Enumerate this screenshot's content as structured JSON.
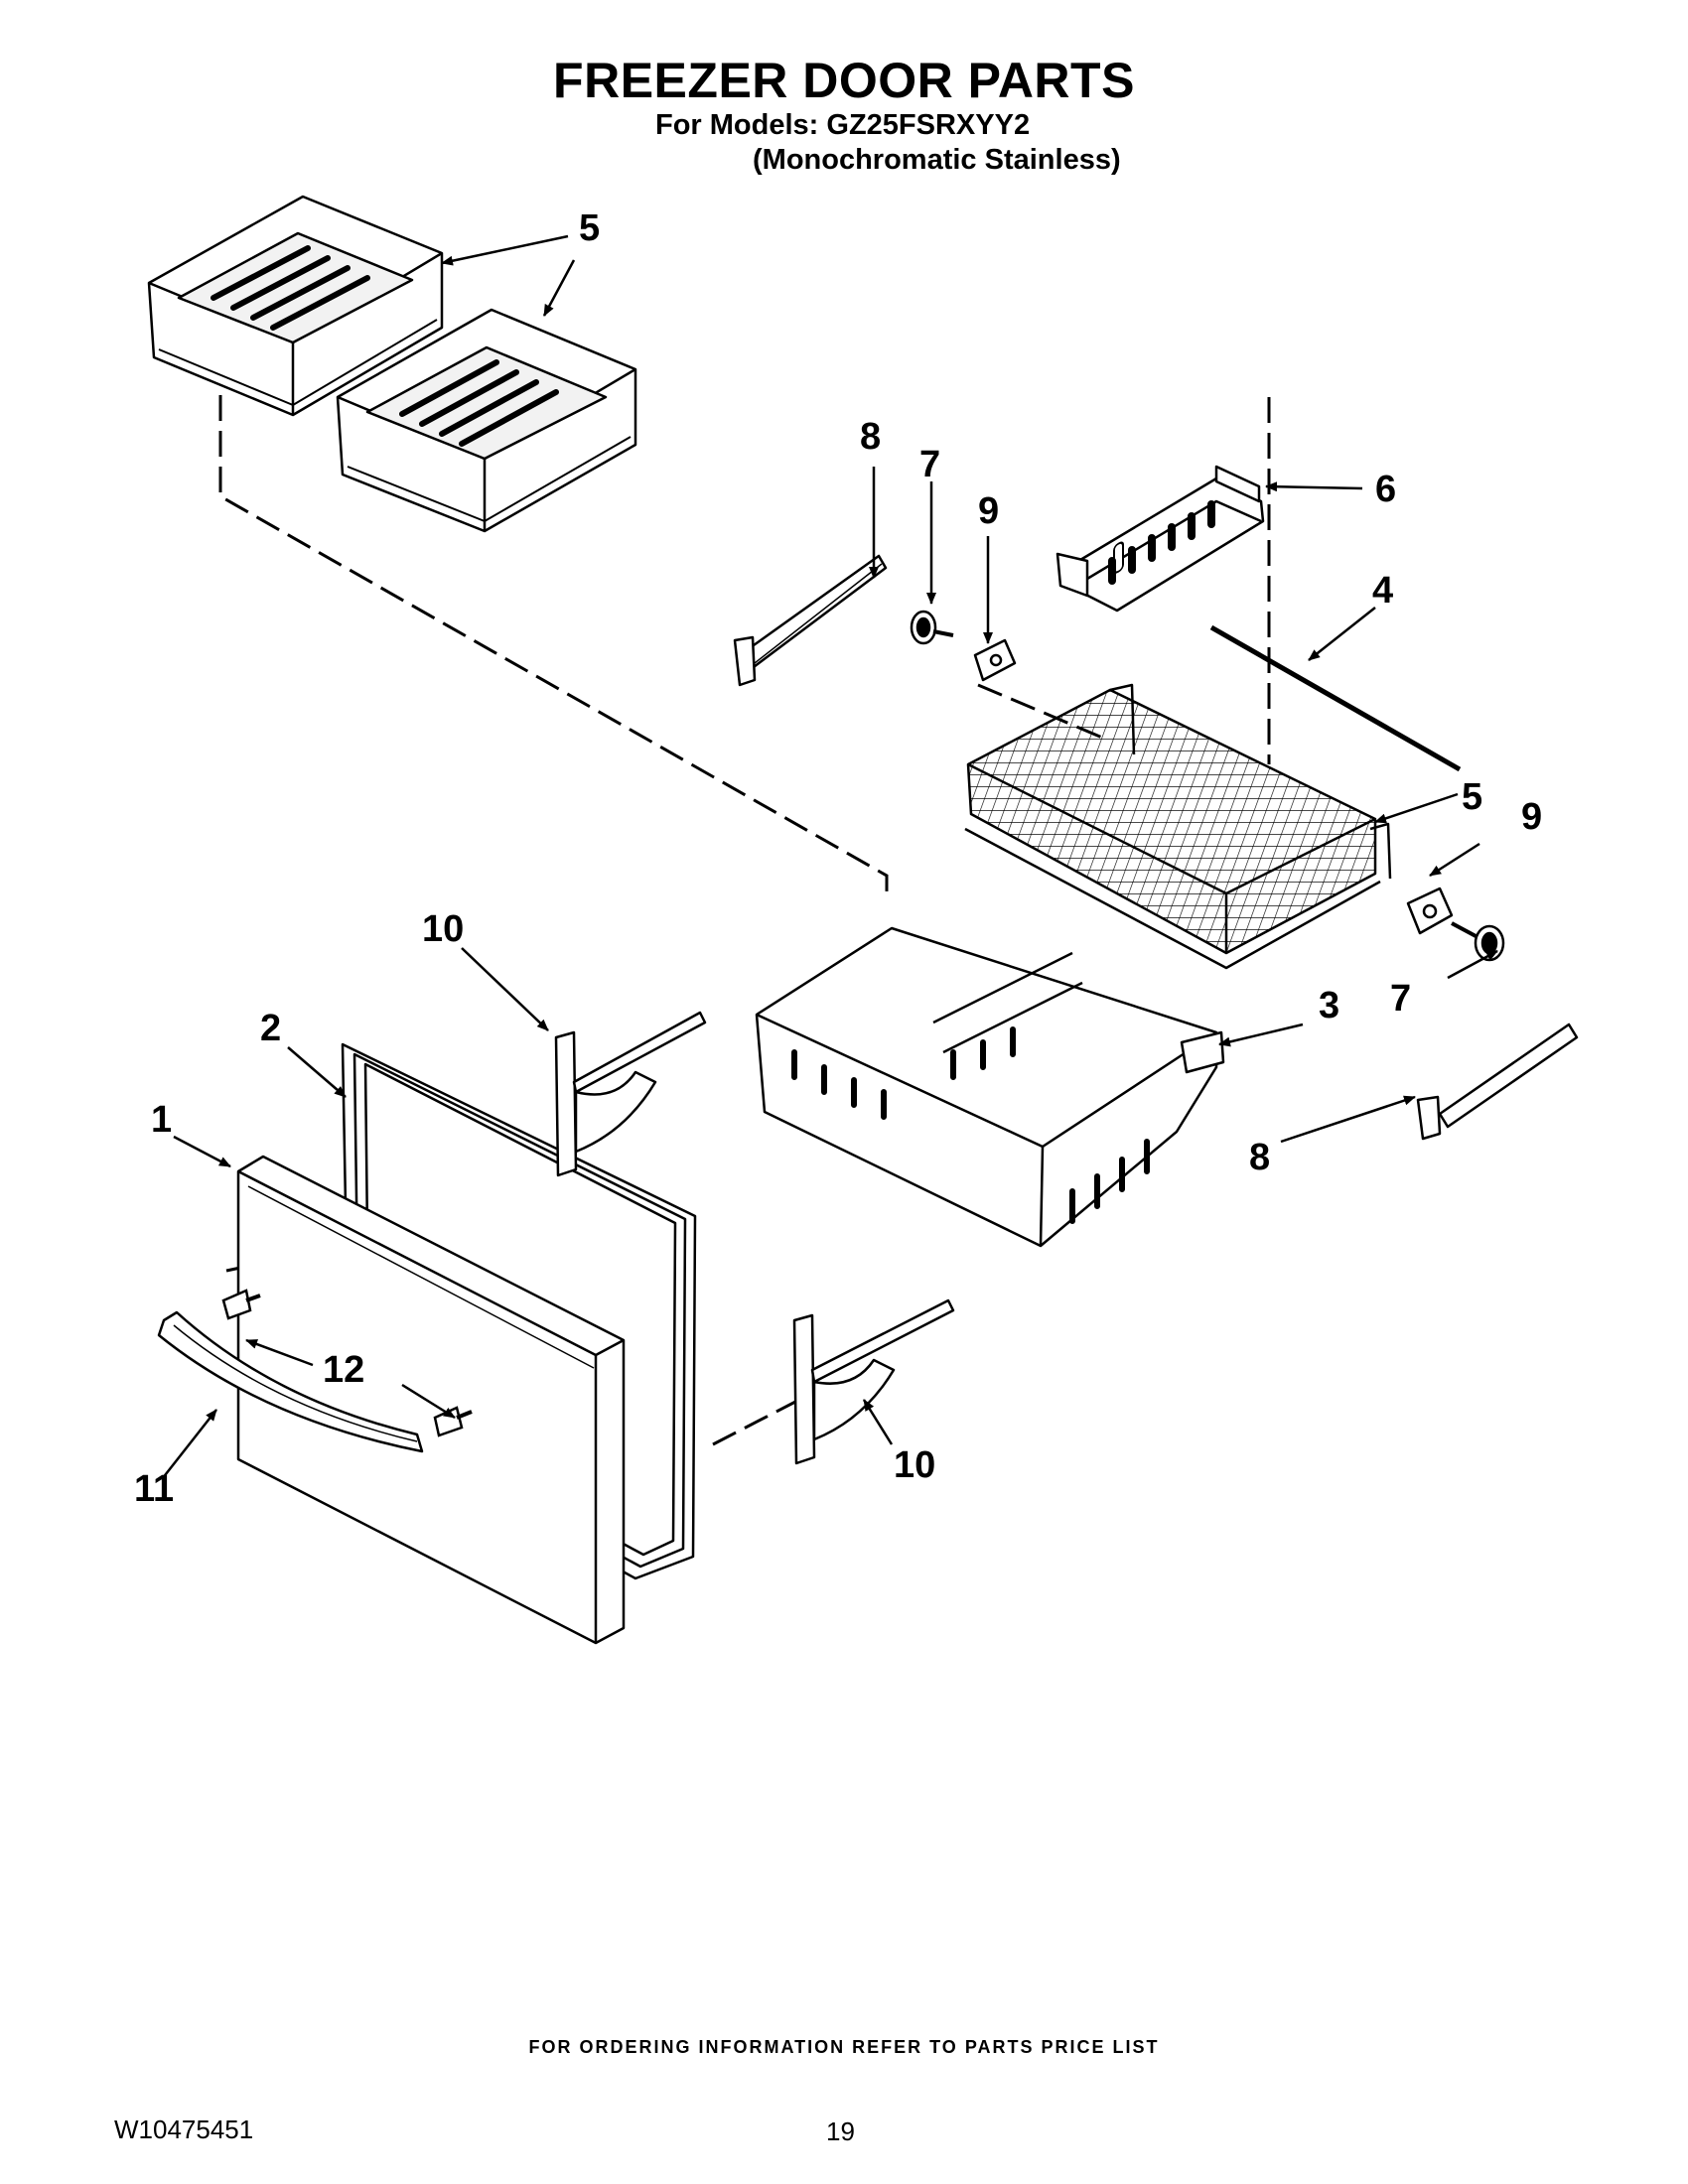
{
  "header": {
    "title": "FREEZER DOOR PARTS",
    "models": "For Models: GZ25FSRXYY2",
    "variant": "(Monochromatic Stainless)"
  },
  "callouts": [
    "1",
    "2",
    "3",
    "4",
    "5",
    "5",
    "5",
    "6",
    "7",
    "7",
    "8",
    "8",
    "9",
    "9",
    "10",
    "10",
    "11",
    "12"
  ],
  "footer": {
    "ordering_note": "FOR ORDERING INFORMATION REFER TO PARTS PRICE LIST",
    "doc_number": "W10475451",
    "page_number": "19"
  }
}
